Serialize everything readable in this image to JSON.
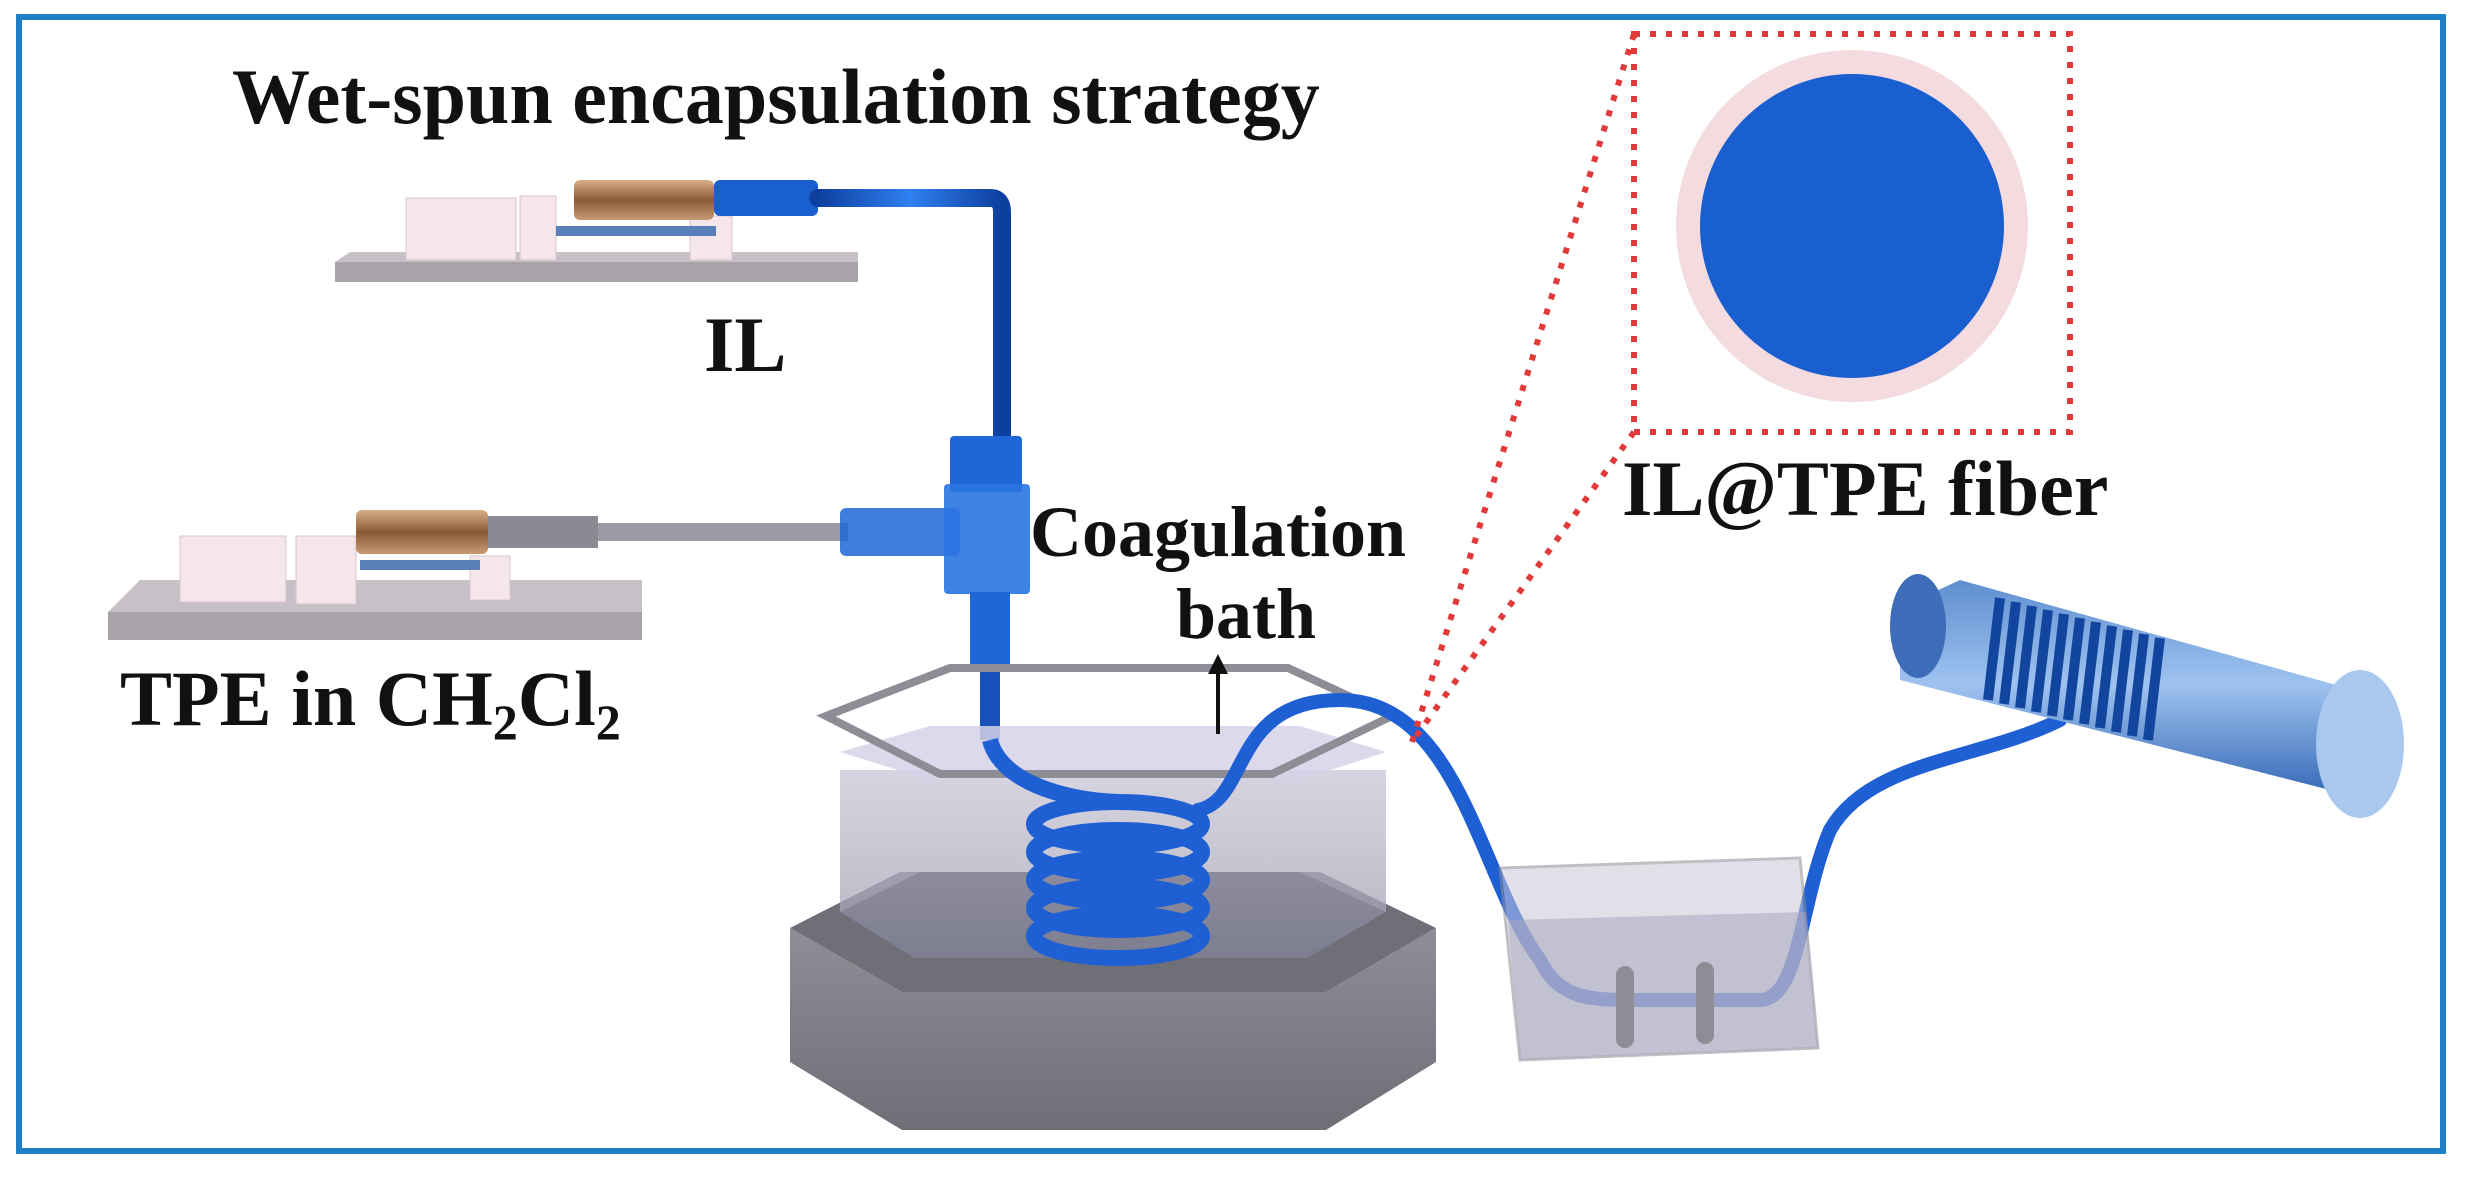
{
  "title": "Wet-spun encapsulation strategy",
  "labels": {
    "il": "IL",
    "tpe_prefix": "TPE in CH",
    "tpe_sub1": "2",
    "tpe_mid": "Cl",
    "tpe_sub2": "2",
    "coagulation_line1": "Coagulation",
    "coagulation_line2": "bath",
    "fiber": "IL@TPE fiber"
  },
  "colors": {
    "frame": "#1f7fc6",
    "fiber_blue": "#1a5fd0",
    "sheath_pink": "#f3dbe0",
    "inset_border": "#e23a3a",
    "pump_base": "#b9b3b8",
    "pump_block": "#f4e6ea"
  }
}
